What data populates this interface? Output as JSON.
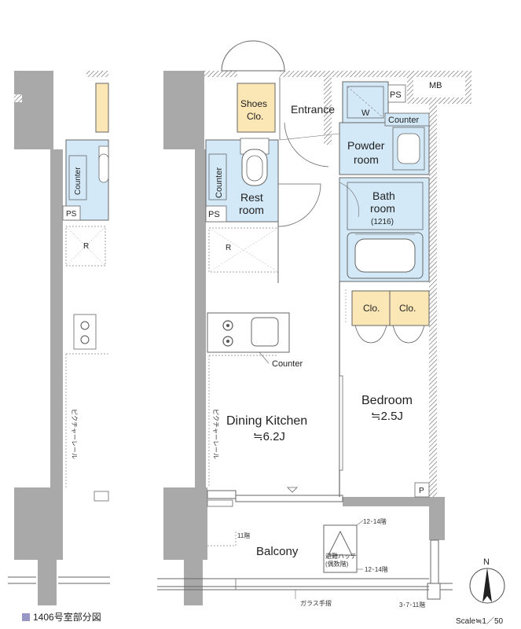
{
  "plan": {
    "rooms": {
      "shoes_clo_1": "Shoes",
      "shoes_clo_2": "Clo.",
      "entrance": "Entrance",
      "washer": "W",
      "ps_top": "PS",
      "mb": "MB",
      "counter_powder": "Counter",
      "powder_1": "Powder",
      "powder_2": "room",
      "counter_rest": "Counter",
      "rest_1": "Rest",
      "rest_2": "room",
      "bath_1": "Bath",
      "bath_2": "room",
      "bath_size": "(1216)",
      "ps_left": "PS",
      "refrigerator": "R",
      "counter_kitchen": "Counter",
      "clo_1": "Clo.",
      "clo_2": "Clo.",
      "dining_kitchen": "Dining Kitchen",
      "dining_area": "≒6.2J",
      "bedroom": "Bedroom",
      "bedroom_area": "≒2.5J",
      "picture_rail": "ピクチャーレール",
      "pipe_p": "P",
      "balcony": "Balcony",
      "floor_note_11": "11階",
      "floor_note_12_14a": "12･14階",
      "floor_note_12_14b": "12･14階",
      "hatch_1": "避難ハッチ",
      "hatch_2": "(偶数階)",
      "glass_rail": "ガラス手摺",
      "floor_note_3_7_11": "3･7･11階"
    },
    "neighbor": {
      "counter": "Counter",
      "ps": "PS",
      "refrigerator": "R",
      "picture_rail": "ピクチャーレール"
    },
    "north": "N",
    "legend": "1406号室部分図",
    "scale": "Scale≒1／50"
  },
  "colors": {
    "wall": "#a9a9a9",
    "water": "#d4e9f7",
    "storage": "#fbe6b5",
    "legend_square": "#9896c4",
    "line": "#555555"
  }
}
